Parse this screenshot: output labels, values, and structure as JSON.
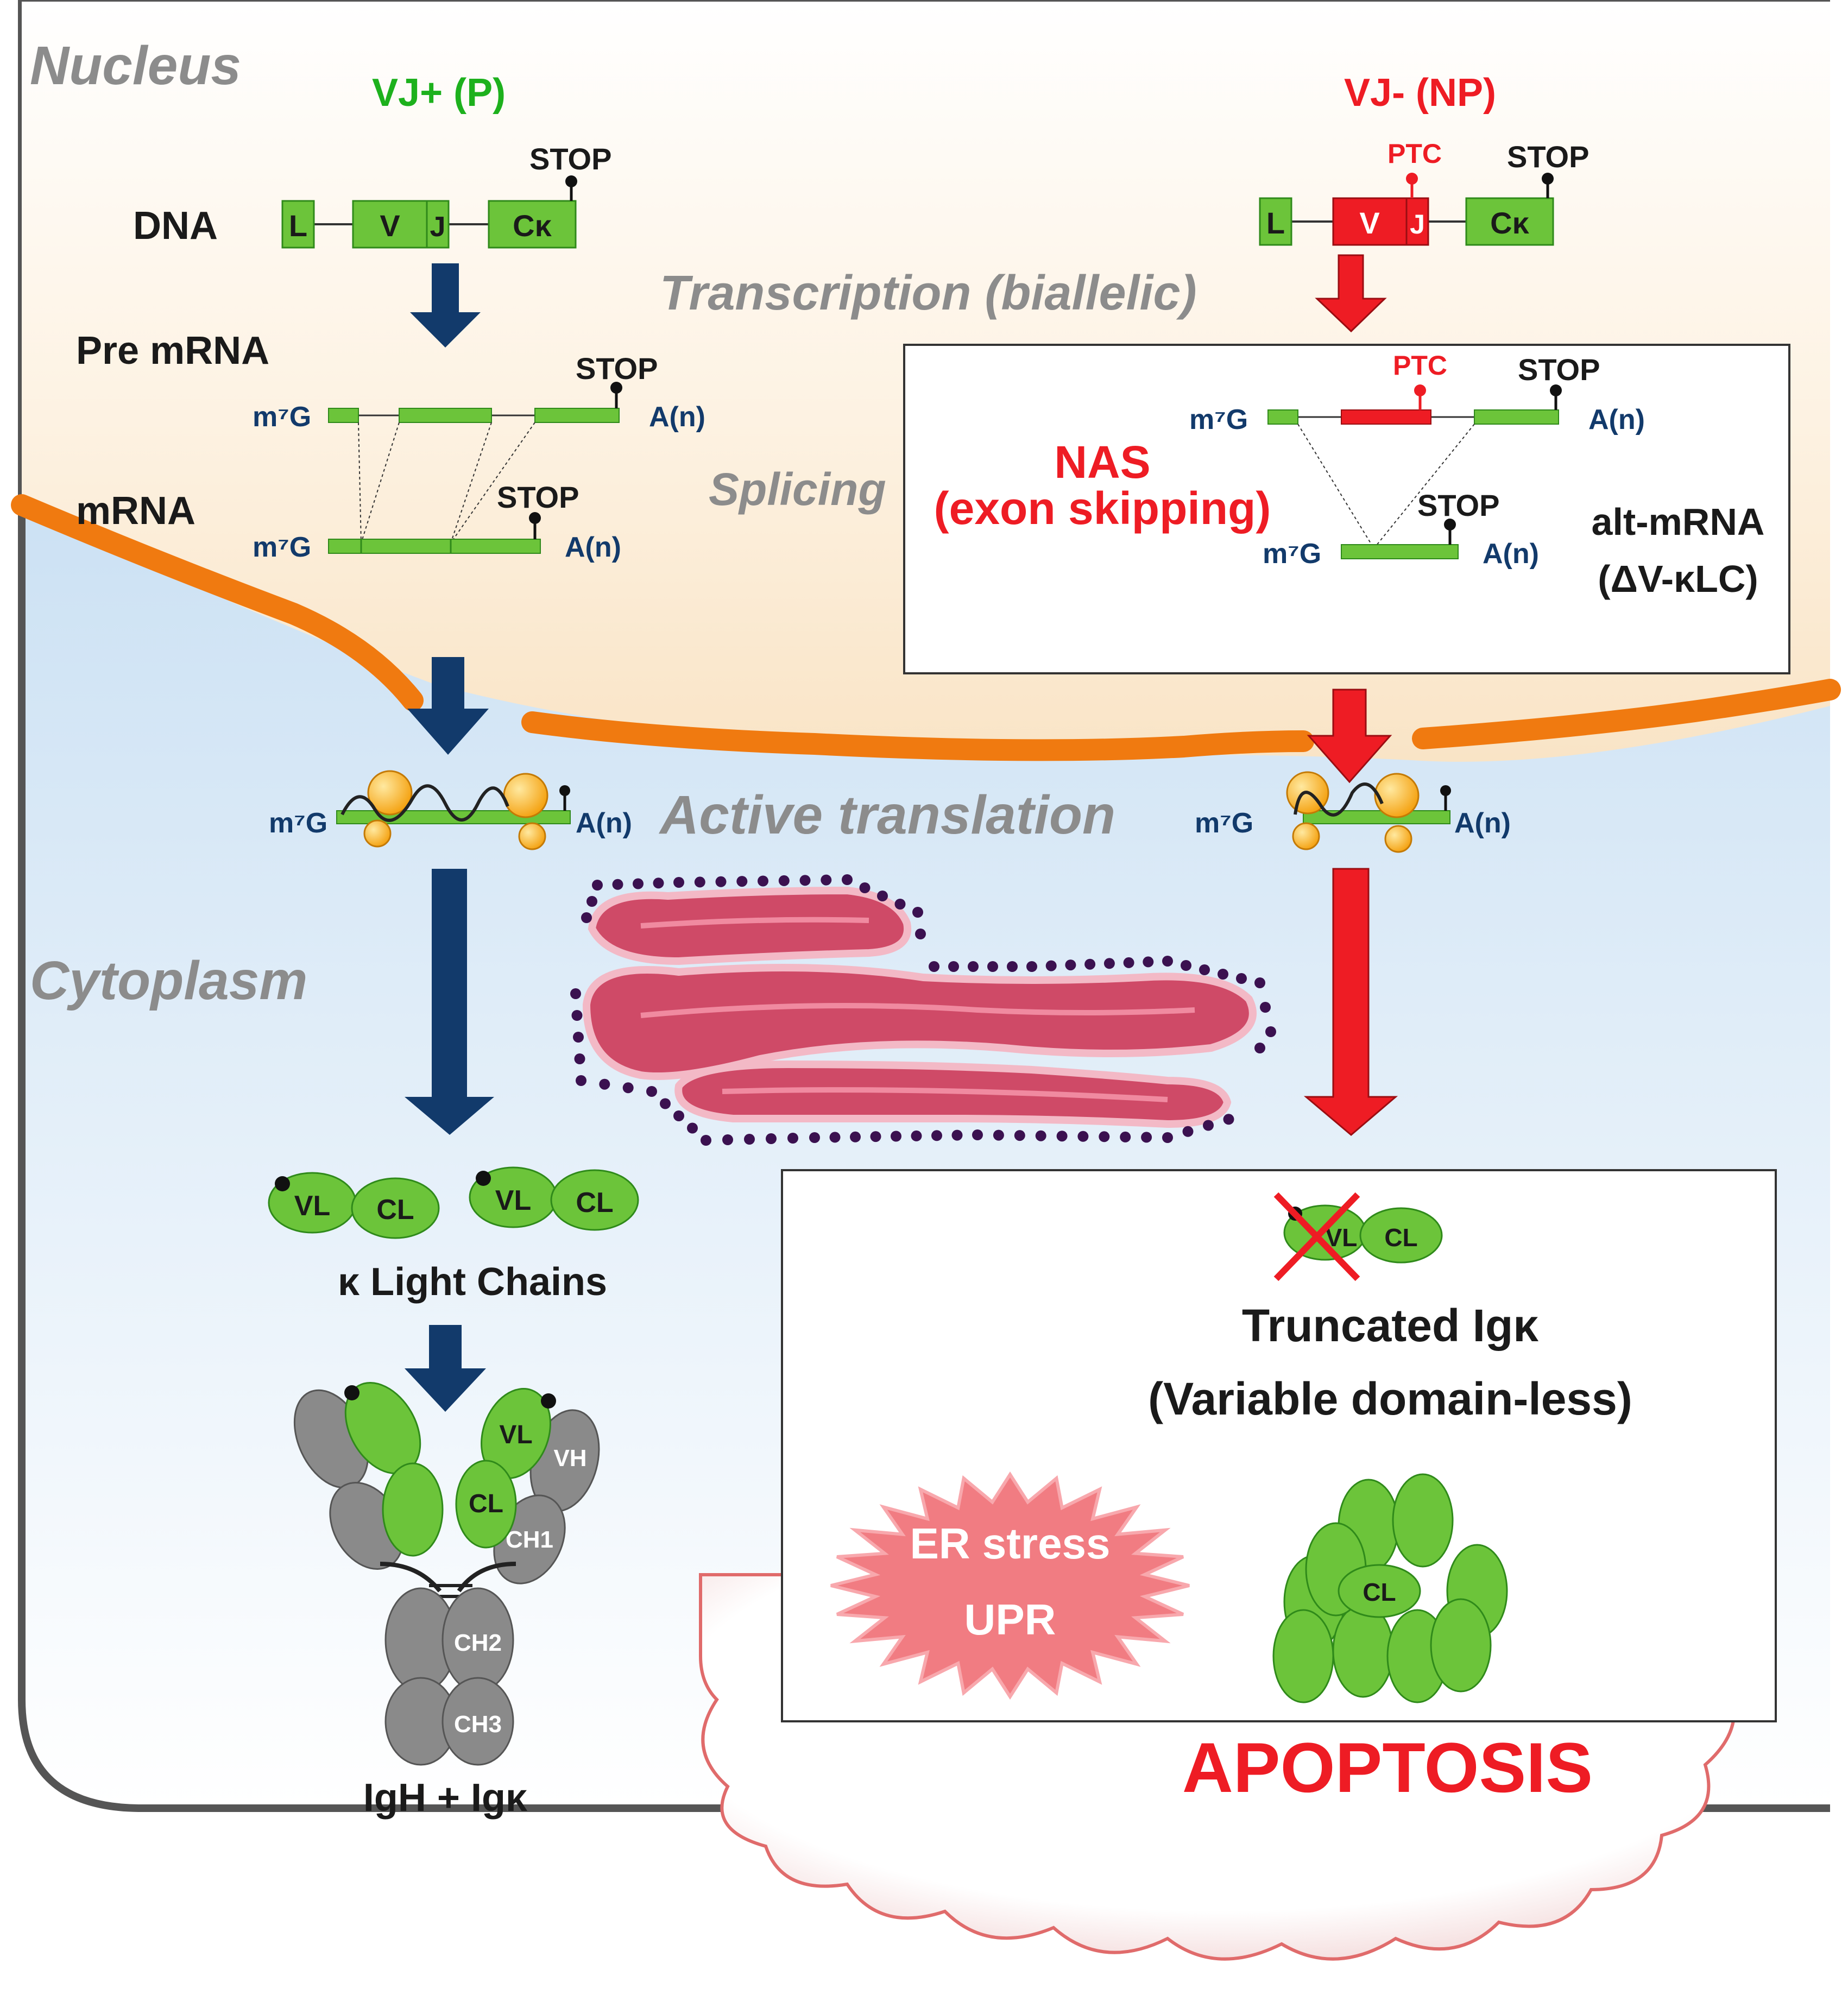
{
  "regions": {
    "nucleus": "Nucleus",
    "cytoplasm": "Cytoplasm",
    "transcription": "Transcription (biallelic)",
    "splicing": "Splicing",
    "translation": "Active translation"
  },
  "left_pathway": {
    "title": "VJ+ (P)",
    "dna_label": "DNA",
    "exons": {
      "l": "L",
      "v": "V",
      "j": "J",
      "ck": "Cκ"
    },
    "stop": "STOP",
    "pre_mrna_label": "Pre mRNA",
    "mrna_label": "mRNA",
    "cap": "m⁷G",
    "polya": "A(n)",
    "light_chains_label": "κ Light Chains",
    "domains": {
      "vl": "VL",
      "cl": "CL",
      "vh": "VH",
      "ch1": "CH1",
      "ch2": "CH2",
      "ch3": "CH3"
    },
    "antibody_label": "IgH + Igκ"
  },
  "right_pathway": {
    "title": "VJ- (NP)",
    "exons": {
      "l": "L",
      "v": "V",
      "j": "J",
      "ck": "Cκ"
    },
    "ptc": "PTC",
    "stop": "STOP",
    "cap": "m⁷G",
    "polya": "A(n)",
    "nas_line1": "NAS",
    "nas_line2": "(exon skipping)",
    "alt_mrna_line1": "alt-mRNA",
    "alt_mrna_line2": "(ΔV-κLC)",
    "truncated_line1": "Truncated Igκ",
    "truncated_line2": "(Variable domain-less)",
    "domains": {
      "vl": "VL",
      "cl": "CL"
    },
    "er_stress_line1": "ER stress",
    "er_stress_line2": "UPR",
    "apoptosis": "APOPTOSIS"
  },
  "colors": {
    "green": "#1db11d",
    "red": "#ee1c24",
    "navy": "#123a6b",
    "membrane": "#f07a10",
    "nucleus_bg": "#fdf3e4",
    "cytoplasm_bg": "#c5ddf1"
  }
}
